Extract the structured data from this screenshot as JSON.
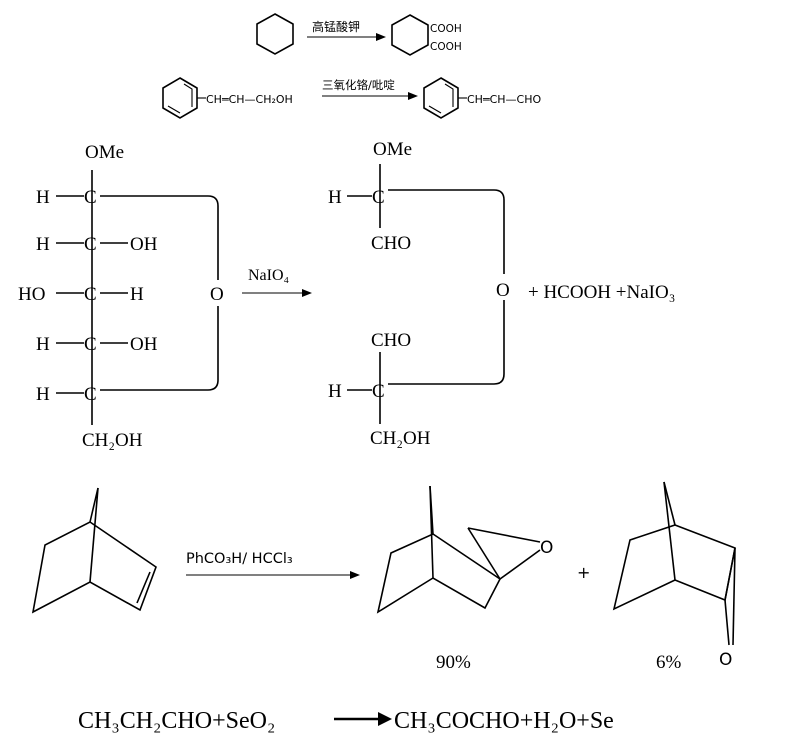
{
  "reaction1": {
    "reagent": "高锰酸钾",
    "product_group_1": "COOH",
    "product_group_2": "COOH"
  },
  "reaction2": {
    "reactant_chain": "CH═CH—CH₂OH",
    "reagent": "三氧化铬/吡啶",
    "product_chain": "CH═CH—CHO"
  },
  "reaction3": {
    "reactant": {
      "top": "OMe",
      "row1_left": "H",
      "row2_left": "H",
      "row2_right": "OH",
      "row3_left": "HO",
      "row3_right": "H",
      "row4_left": "H",
      "row4_right": "OH",
      "row5_left": "H",
      "bottom": "CH₂OH",
      "ring_o": "O"
    },
    "reagent": "NaIO₄",
    "product": {
      "top": "OMe",
      "upper_h": "H",
      "upper_cho": "CHO",
      "lower_cho": "CHO",
      "lower_h": "H",
      "bottom": "CH₂OH",
      "ring_o": "O"
    },
    "byproducts": "+ HCOOH  +NaIO₃"
  },
  "reaction4": {
    "reagent": "PhCO₃H/ HCCl₃",
    "plus": "+",
    "product1_o": "O",
    "product2_o": "O",
    "yield1": "90%",
    "yield2": "6%"
  },
  "reaction5": {
    "left": "CH₃CH₂CHO+SeO₂",
    "right": "CH₃COCHO+H₂O+Se"
  }
}
